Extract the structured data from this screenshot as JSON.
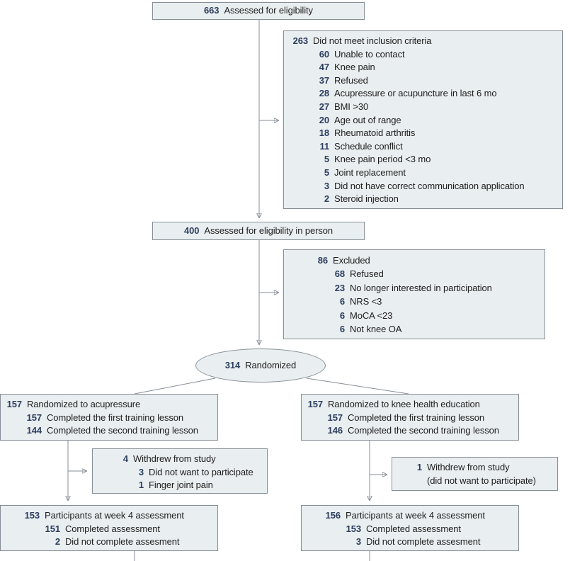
{
  "colors": {
    "box_fill": "#e9eef0",
    "box_border": "#858e96",
    "number": "#2c3e5e",
    "text": "#1e1e1e",
    "line": "#878f97"
  },
  "boxes": {
    "assessed": {
      "lines": [
        {
          "n": "663",
          "t": "Assessed for eligibility",
          "lvl": 0
        }
      ]
    },
    "not_met": {
      "lines": [
        {
          "n": "263",
          "t": "Did not meet inclusion criteria",
          "lvl": 0
        },
        {
          "n": "60",
          "t": "Unable to contact",
          "lvl": 1
        },
        {
          "n": "47",
          "t": "Knee pain",
          "lvl": 1
        },
        {
          "n": "37",
          "t": "Refused",
          "lvl": 1
        },
        {
          "n": "28",
          "t": "Acupressure or acupuncture in last 6 mo",
          "lvl": 1
        },
        {
          "n": "27",
          "t": "BMI >30",
          "lvl": 1
        },
        {
          "n": "20",
          "t": "Age out of range",
          "lvl": 1
        },
        {
          "n": "18",
          "t": "Rheumatoid arthritis",
          "lvl": 1
        },
        {
          "n": "11",
          "t": "Schedule conflict",
          "lvl": 1
        },
        {
          "n": "5",
          "t": "Knee pain period <3 mo",
          "lvl": 1
        },
        {
          "n": "5",
          "t": "Joint replacement",
          "lvl": 1
        },
        {
          "n": "3",
          "t": "Did not have correct communication application",
          "lvl": 1
        },
        {
          "n": "2",
          "t": "Steroid injection",
          "lvl": 1
        }
      ]
    },
    "assessed_person": {
      "lines": [
        {
          "n": "400",
          "t": "Assessed for eligibility in person",
          "lvl": 0
        }
      ]
    },
    "excluded": {
      "lines": [
        {
          "n": "86",
          "t": "Excluded",
          "lvl": 0
        },
        {
          "n": "68",
          "t": "Refused",
          "lvl": 1
        },
        {
          "n": "23",
          "t": "No longer interested in participation",
          "lvl": 1
        },
        {
          "n": "6",
          "t": "NRS <3",
          "lvl": 1
        },
        {
          "n": "6",
          "t": "MoCA <23",
          "lvl": 1
        },
        {
          "n": "6",
          "t": "Not knee OA",
          "lvl": 1
        }
      ]
    },
    "randomized": {
      "lines": [
        {
          "n": "314",
          "t": "Randomized",
          "lvl": 0
        }
      ]
    },
    "arm_acupressure": {
      "lines": [
        {
          "n": "157",
          "t": "Randomized to acupressure",
          "lvl": 0
        },
        {
          "n": "157",
          "t": "Completed the first training lesson",
          "lvl": 1
        },
        {
          "n": "144",
          "t": "Completed the second training lesson",
          "lvl": 1
        }
      ]
    },
    "arm_education": {
      "lines": [
        {
          "n": "157",
          "t": "Randomized to knee health education",
          "lvl": 0
        },
        {
          "n": "157",
          "t": "Completed the first training lesson",
          "lvl": 1
        },
        {
          "n": "146",
          "t": "Completed the second training lesson",
          "lvl": 1
        }
      ]
    },
    "withdrew_left": {
      "lines": [
        {
          "n": "4",
          "t": "Withdrew from study",
          "lvl": 0
        },
        {
          "n": "3",
          "t": "Did not want to participate",
          "lvl": 1
        },
        {
          "n": "1",
          "t": "Finger joint pain",
          "lvl": 1
        }
      ]
    },
    "withdrew_right": {
      "lines": [
        {
          "n": "1",
          "t": "Withdrew from study",
          "lvl": 0
        },
        {
          "n": "",
          "t": "(did not want to participate)",
          "lvl": 0
        }
      ]
    },
    "week4_left": {
      "lines": [
        {
          "n": "153",
          "t": "Participants at week 4 assessment",
          "lvl": 0
        },
        {
          "n": "151",
          "t": "Completed assessment",
          "lvl": 1
        },
        {
          "n": "2",
          "t": "Did not complete assesment",
          "lvl": 1
        }
      ]
    },
    "week4_right": {
      "lines": [
        {
          "n": "156",
          "t": "Participants at week 4 assessment",
          "lvl": 0
        },
        {
          "n": "153",
          "t": "Completed assessment",
          "lvl": 1
        },
        {
          "n": "3",
          "t": "Did not complete assesment",
          "lvl": 1
        }
      ]
    }
  }
}
